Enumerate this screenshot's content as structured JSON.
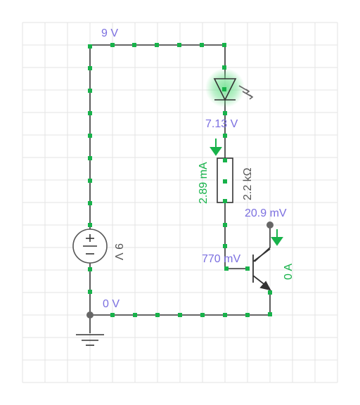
{
  "labels": {
    "top_node_voltage": "9 V",
    "led_cathode_voltage": "7.13 V",
    "resistor_current": "2.89 mA",
    "resistor_value": "2.2 kΩ",
    "probe_voltage": "20.9 mV",
    "base_voltage": "770 mV",
    "transistor_current": "0 A",
    "ground_voltage": "0 V",
    "battery_value": "9 V"
  },
  "colors": {
    "grid": "#e3e3e3",
    "wire": "#333333",
    "node": "#17b24a",
    "voltage_label": "#7b6fe0",
    "current_label": "#17b24a",
    "component_label": "#555555",
    "led_glow": "#6be08c",
    "probe": "#666666"
  }
}
